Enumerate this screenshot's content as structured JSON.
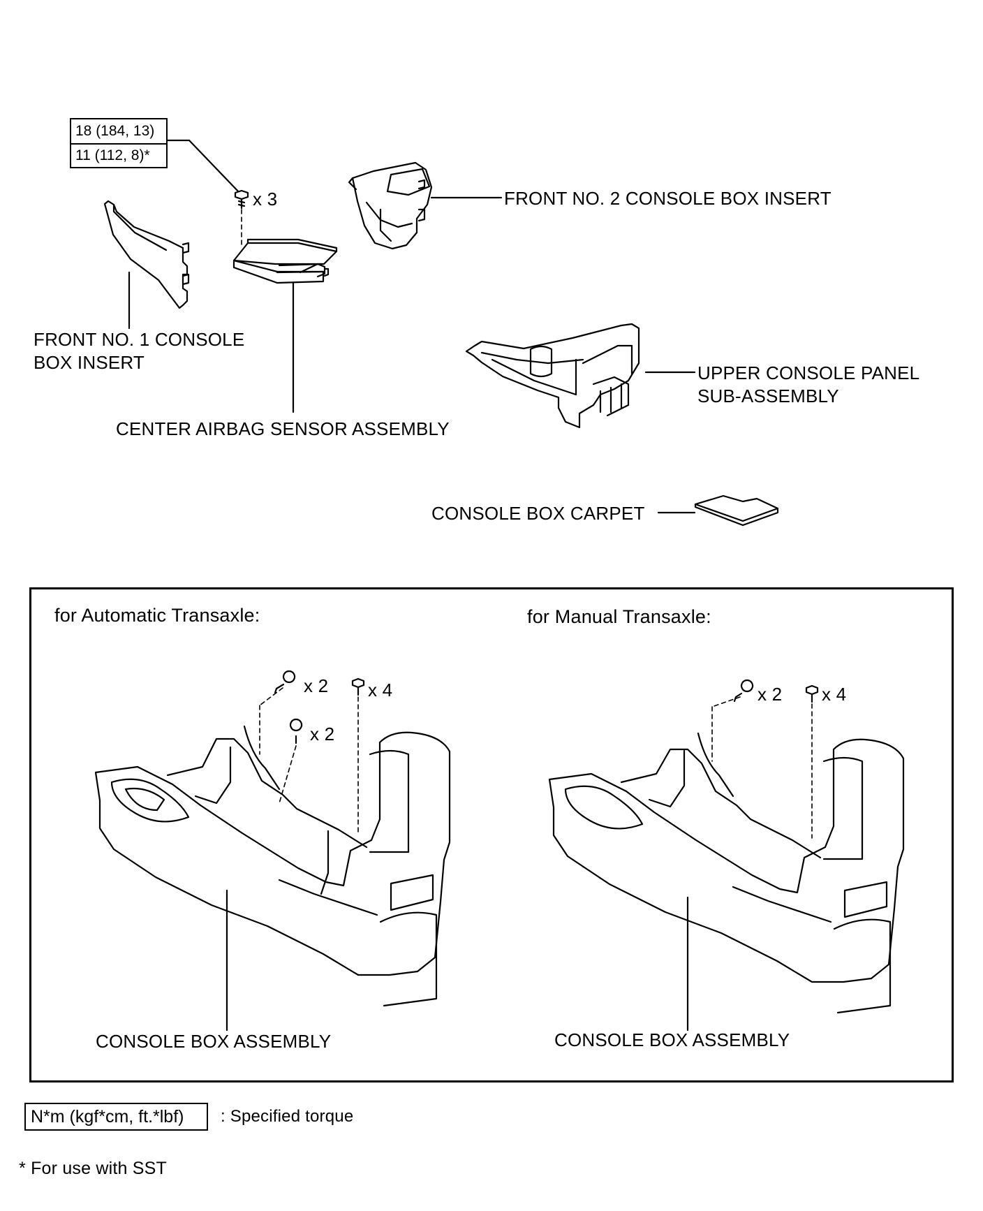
{
  "torque": {
    "line1": "18 (184, 13)",
    "line2": "11 (112, 8)*"
  },
  "labels": {
    "bolt_qty_top": "x 3",
    "front_no2": "FRONT NO. 2 CONSOLE BOX INSERT",
    "front_no1_line1": "FRONT NO. 1 CONSOLE",
    "front_no1_line2": "BOX INSERT",
    "center_airbag": "CENTER AIRBAG SENSOR ASSEMBLY",
    "upper_panel_line1": "UPPER CONSOLE PANEL",
    "upper_panel_line2": "SUB-ASSEMBLY",
    "carpet": "CONSOLE BOX CARPET"
  },
  "automatic": {
    "heading": "for Automatic Transaxle:",
    "qty_screw_a": "x 2",
    "qty_bolt": "x 4",
    "qty_screw_b": "x 2",
    "assembly": "CONSOLE BOX ASSEMBLY"
  },
  "manual": {
    "heading": "for Manual Transaxle:",
    "qty_screw": "x 2",
    "qty_bolt": "x 4",
    "assembly": "CONSOLE BOX ASSEMBLY"
  },
  "legend": {
    "unit": "N*m (kgf*cm, ft.*lbf)",
    "meaning": ": Specified torque",
    "footnote": "* For use with SST"
  }
}
